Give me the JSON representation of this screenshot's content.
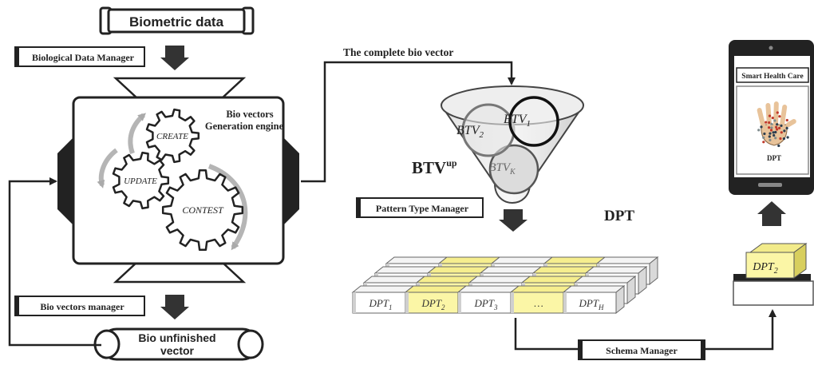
{
  "top_input": {
    "label": "Biometric data"
  },
  "managers": {
    "biological_data": "Biological Data Manager",
    "bio_vectors": "Bio vectors manager",
    "pattern_type": "Pattern Type Manager",
    "schema": "Schema Manager"
  },
  "engine": {
    "title_line1": "Bio vectors",
    "title_line2": "Generation engine",
    "gears": [
      "CREATE",
      "UPDATE",
      "CONTEST"
    ]
  },
  "bottom_output": {
    "line1": "Bio unfinished",
    "line2": "vector"
  },
  "arrow_label": "The complete bio vector",
  "funnel": {
    "label_main": "BTV",
    "label_sup": "up",
    "vectors": [
      {
        "base": "BTV",
        "sub": "1"
      },
      {
        "base": "BTV",
        "sub": "2"
      },
      {
        "base": "BTV",
        "sub": "K"
      }
    ]
  },
  "dpt": {
    "title": "DPT",
    "cells": [
      {
        "base": "DPT",
        "sub": "1",
        "highlight": false
      },
      {
        "base": "DPT",
        "sub": "2",
        "highlight": true
      },
      {
        "base": "DPT",
        "sub": "3",
        "highlight": false
      },
      {
        "base": "…",
        "sub": "",
        "highlight": true
      },
      {
        "base": "DPT",
        "sub": "H",
        "highlight": false
      }
    ]
  },
  "selected_block": {
    "base": "DPT",
    "sub": "2"
  },
  "tablet": {
    "header": "Smart Health Care",
    "caption": "DPT"
  },
  "colors": {
    "highlight": "#fbf6a6",
    "dark": "#222222",
    "gray_fill": "#dcdcdc"
  }
}
